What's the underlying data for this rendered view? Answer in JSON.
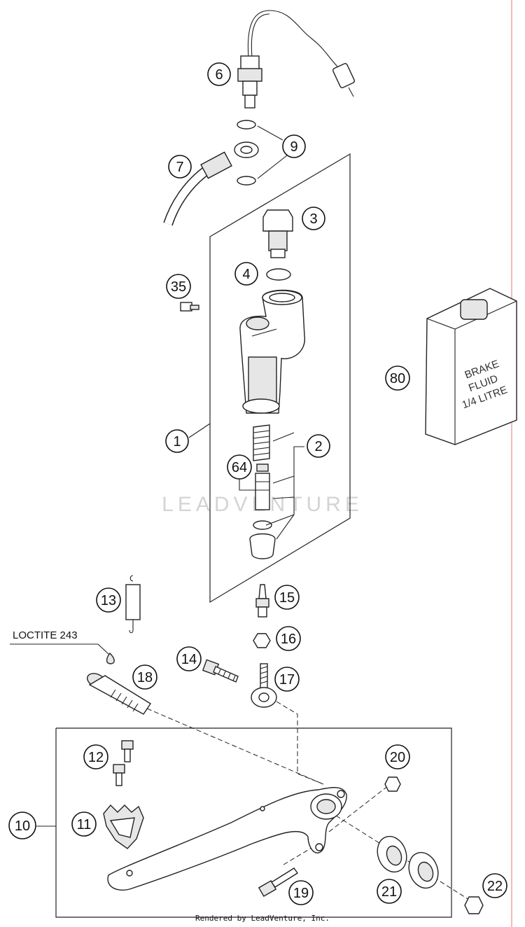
{
  "callouts": {
    "c1": "1",
    "c2": "2",
    "c3": "3",
    "c4": "4",
    "c6": "6",
    "c7": "7",
    "c9": "9",
    "c10": "10",
    "c11": "11",
    "c12": "12",
    "c13": "13",
    "c14": "14",
    "c15": "15",
    "c16": "16",
    "c17": "17",
    "c18": "18",
    "c19": "19",
    "c20": "20",
    "c21": "21",
    "c22": "22",
    "c35": "35",
    "c64": "64",
    "c80": "80"
  },
  "note": "LOCTITE 243",
  "bottle": {
    "line1": "BRAKE",
    "line2": "FLUID",
    "line3": "1/4 LITRE"
  },
  "watermark": "LEADVENTURE",
  "footer": "Rendered by LeadVenture, Inc.",
  "colors": {
    "margin_line": "#e8a0a0",
    "ink": "#222222"
  }
}
